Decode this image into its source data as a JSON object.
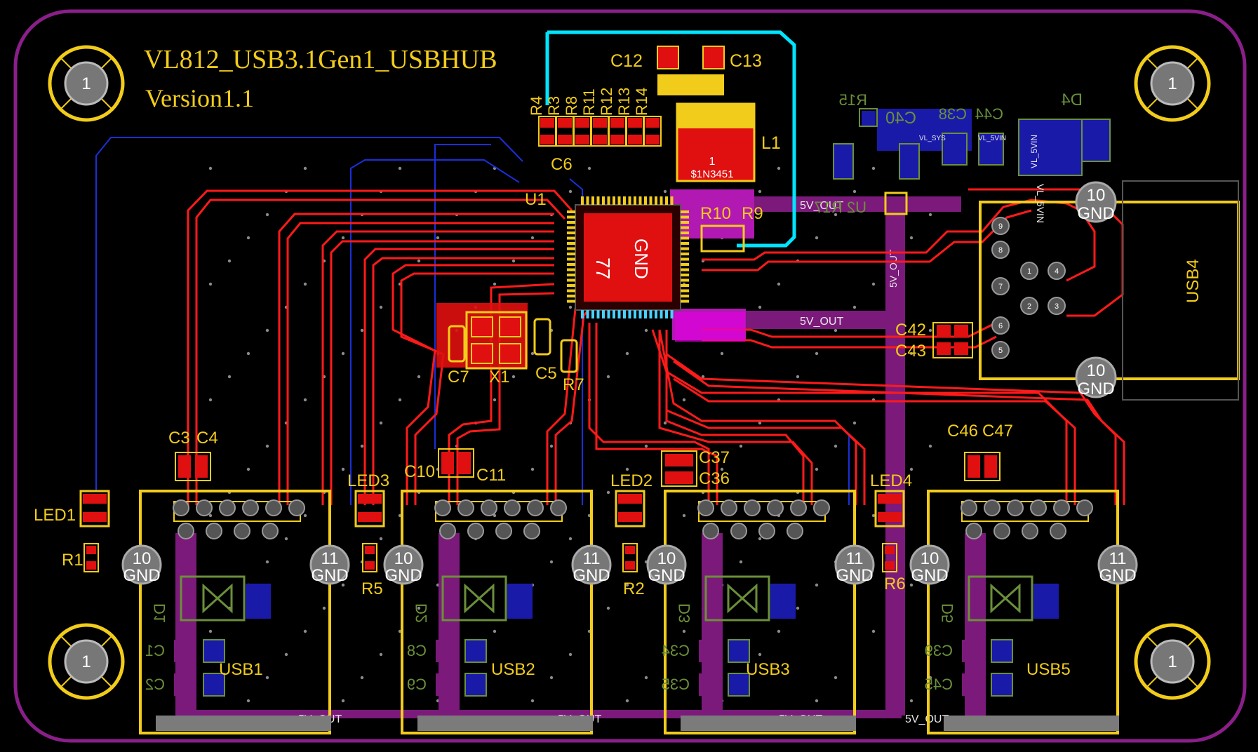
{
  "board": {
    "title": "VL812_USB3.1Gen1_USBHUB",
    "version": "Version1.1"
  },
  "mounting_holes": [
    {
      "label": "1"
    },
    {
      "label": "1"
    },
    {
      "label": "1"
    },
    {
      "label": "1"
    }
  ],
  "resistors_top": [
    "R4",
    "R3",
    "R8",
    "R11",
    "R12",
    "R13",
    "R14"
  ],
  "labels": {
    "c12": "C12",
    "c13": "C13",
    "l1": "L1",
    "l1_part": "$1N3451",
    "c6": "C6",
    "u1": "U1",
    "r10": "R10",
    "r9": "R9",
    "c7": "C7",
    "x1": "X1",
    "c5": "C5",
    "r7": "R7",
    "c3": "C3",
    "c4": "C4",
    "c10": "C10",
    "c11": "C11",
    "c37": "C37",
    "c36": "C36",
    "c46": "C46",
    "c47": "C47",
    "c42": "C42",
    "c43": "C43",
    "led1": "LED1",
    "led2": "LED2",
    "led3": "LED3",
    "led4": "LED4",
    "r1": "R1",
    "r2": "R2",
    "r5": "R5",
    "r6": "R6",
    "usb1": "USB1",
    "usb2": "USB2",
    "usb3": "USB3",
    "usb4": "USB4",
    "usb5": "USB5",
    "d4": "D4",
    "r15": "R15",
    "c40": "C40",
    "c38": "C38",
    "c44": "C44",
    "u2": "U2 R17",
    "bottom_caps_left": [
      "C1",
      "C2",
      "C8",
      "C9",
      "C34",
      "C35",
      "C39",
      "C45"
    ],
    "diodes": [
      "D1",
      "D2",
      "D3",
      "D5"
    ],
    "u1_center_a": "77",
    "u1_center_b": "GND",
    "vl_sys": "VL_SYS",
    "vl_5vin": "VL_5VIN",
    "vl_5vin2": "VL_5VIN",
    "vl_5vin3": "VL_5VIN"
  },
  "net_labels": {
    "out_top": "5V_OUT",
    "out_mid": "5V_OUT",
    "out_vert": "5V_OUT",
    "out_bottom": [
      "5V_OUT",
      "5V_OUT",
      "5V_OUT",
      "5V_OUT"
    ]
  },
  "pads": {
    "ten": "10",
    "eleven": "11",
    "gnd": "GND",
    "one": "1",
    "two": "2"
  },
  "colors": {
    "background": "#000000",
    "outline": "#8a1f8a",
    "top_copper": "#ff1a1a",
    "bottom_copper": "#1a2fd9",
    "silk": "#f2cc1a",
    "power_plane": "#7b1a7b",
    "keepout": "#00e5ff",
    "pad_red": "#e01010",
    "pad_blue": "#1a1aa8",
    "magenta": "#e000e0"
  }
}
